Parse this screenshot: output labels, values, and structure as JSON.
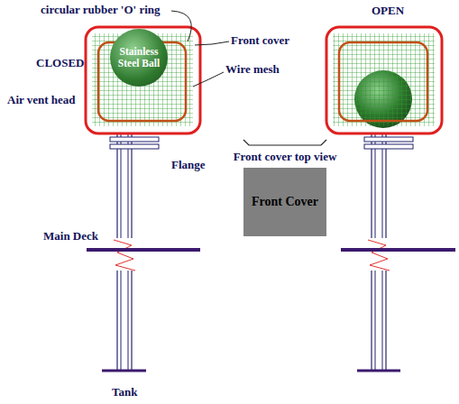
{
  "diagram": {
    "nodes": [
      {
        "text": [
          "Stainless Steel Ball"
        ]
      },
      {
        "text": [
          "Front Cover"
        ]
      }
    ],
    "labels": [
      "circular rubber 'O' ring",
      "CLOSED",
      "Front cover",
      "Wire mesh",
      "Air vent head",
      "OPEN",
      "Front cover top view",
      "Flange",
      "Main Deck",
      "Tank"
    ]
  }
}
